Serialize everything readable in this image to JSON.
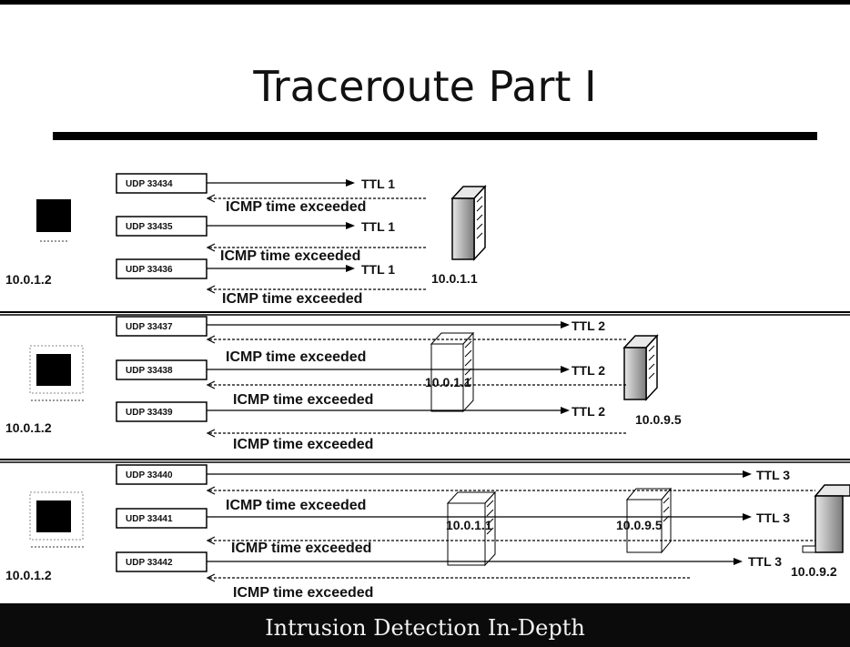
{
  "title": "Traceroute Part I",
  "footer": "Intrusion Detection In-Depth",
  "sections": [
    {
      "source": "10.0.1.2",
      "routers": [
        "10.0.1.1"
      ],
      "probes": [
        {
          "port": "UDP 33434",
          "ttl": "TTL 1",
          "reply": "ICMP time exceeded"
        },
        {
          "port": "UDP 33435",
          "ttl": "TTL 1",
          "reply": "ICMP time exceeded"
        },
        {
          "port": "UDP 33436",
          "ttl": "TTL 1",
          "reply": "ICMP time exceeded"
        }
      ]
    },
    {
      "source": "10.0.1.2",
      "routers": [
        "10.0.1.1",
        "10.0.9.5"
      ],
      "probes": [
        {
          "port": "UDP 33437",
          "ttl": "TTL 2",
          "reply": "ICMP time exceeded"
        },
        {
          "port": "UDP 33438",
          "ttl": "TTL 2",
          "reply": "ICMP time exceeded"
        },
        {
          "port": "UDP 33439",
          "ttl": "TTL 2",
          "reply": "ICMP time exceeded"
        }
      ]
    },
    {
      "source": "10.0.1.2",
      "routers": [
        "10.0.1.1",
        "10.0.9.5",
        "10.0.9.2"
      ],
      "probes": [
        {
          "port": "UDP 33440",
          "ttl": "TTL 3",
          "reply": "ICMP time exceeded"
        },
        {
          "port": "UDP 33441",
          "ttl": "TTL 3",
          "reply": "ICMP time exceeded"
        },
        {
          "port": "UDP 33442",
          "ttl": "TTL 3",
          "reply": "ICMP time exceeded"
        }
      ]
    }
  ]
}
